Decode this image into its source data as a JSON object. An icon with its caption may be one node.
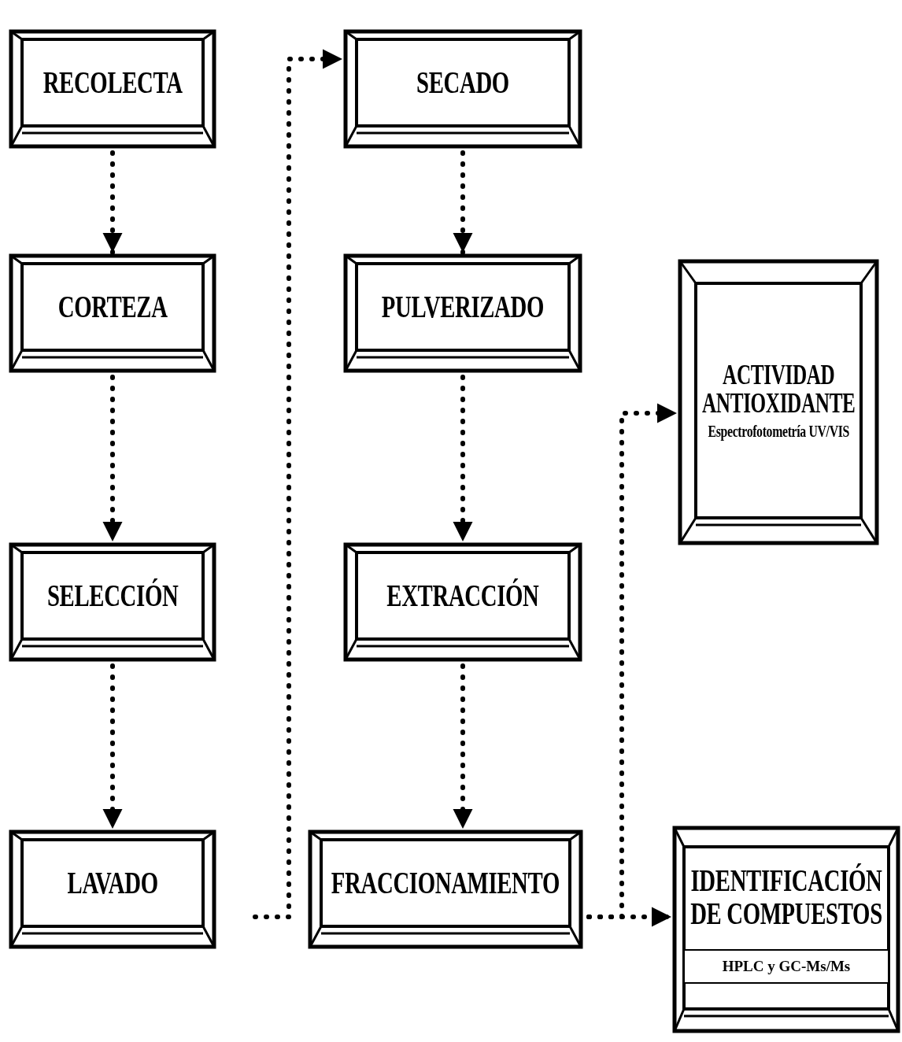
{
  "diagram": {
    "nodes": [
      {
        "text": [
          "RECOLECTA"
        ]
      },
      {
        "text": [
          "CORTEZA"
        ]
      },
      {
        "text": [
          "SELECCIÓN"
        ]
      },
      {
        "text": [
          "LAVADO"
        ]
      },
      {
        "text": [
          "SECADO"
        ]
      },
      {
        "text": [
          "PULVERIZADO"
        ]
      },
      {
        "text": [
          "EXTRACCIÓN"
        ]
      },
      {
        "text": [
          "FRACCIONAMIENTO"
        ]
      },
      {
        "text": [
          "ACTIVIDAD ANTIOXIDANTE",
          "Espectrofotometría UV/VIS"
        ]
      },
      {
        "text": [
          "IDENTIFICACIÓN DE COMPUESTOS"
        ]
      },
      {
        "text": [
          "HPLC y GC-Ms/Ms"
        ],
        "in": 9
      }
    ],
    "edges": [
      {
        "from": 0,
        "to": 1,
        "arrow": "to"
      },
      {
        "from": 1,
        "to": 2,
        "arrow": "to"
      },
      {
        "from": 2,
        "to": 3,
        "arrow": "to"
      },
      {
        "from": 3,
        "to": 4,
        "arrow": "to"
      },
      {
        "from": 4,
        "to": 5,
        "arrow": "to"
      },
      {
        "from": 5,
        "to": 6,
        "arrow": "to"
      },
      {
        "from": 6,
        "to": 7,
        "arrow": "to"
      },
      {
        "from": 7,
        "to": 9,
        "arrow": "to"
      },
      {
        "from": 7,
        "to": 8,
        "arrow": "to"
      }
    ]
  }
}
